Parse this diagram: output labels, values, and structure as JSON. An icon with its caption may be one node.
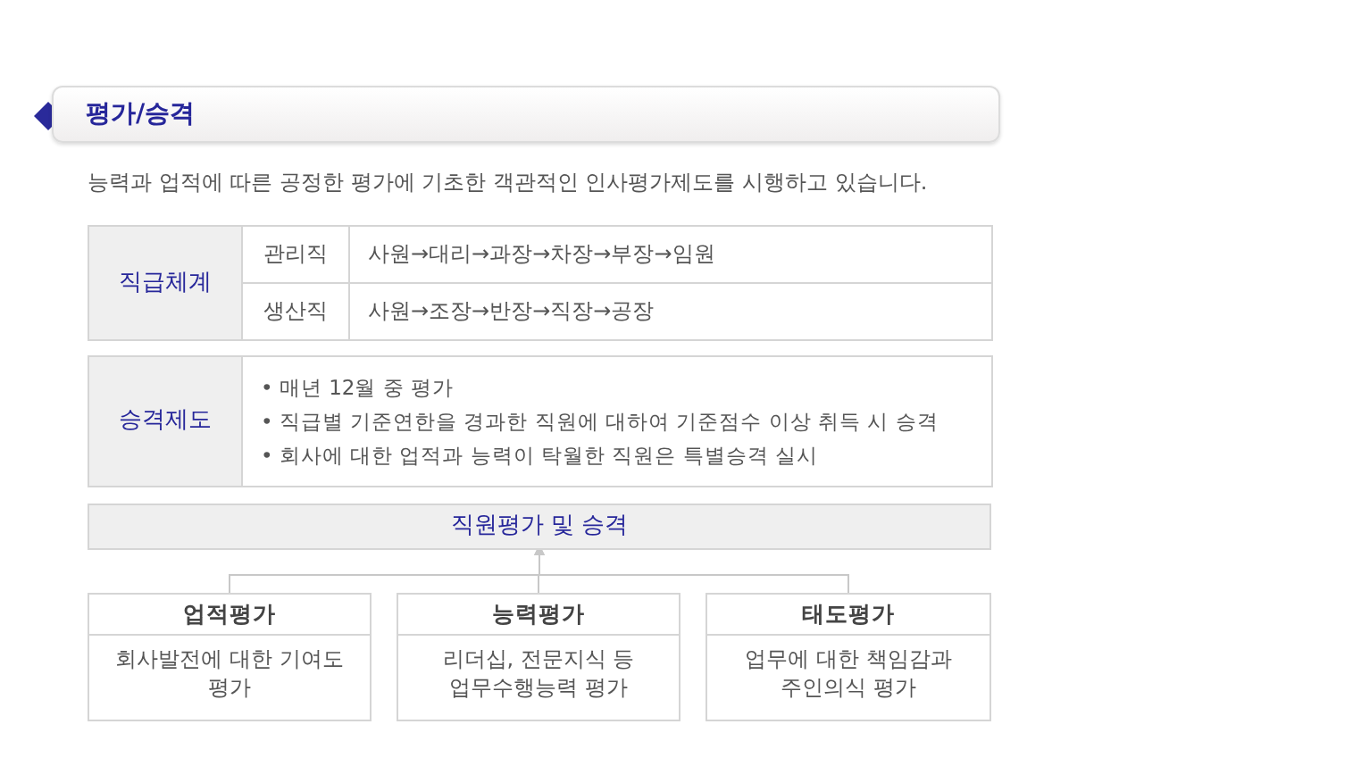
{
  "diagram": {
    "title": "평가/승격",
    "nodes": [
      {
        "text": [
          "직원평가 및 승격"
        ]
      },
      {
        "text": [
          "업적평가",
          "회사발전에 대한 기여도 평가"
        ]
      },
      {
        "text": [
          "능력평가",
          "리더십, 전문지식 등 업무수행능력 평가"
        ]
      },
      {
        "text": [
          "태도평가",
          "업무에 대한 책임감과 주인의식 평가"
        ]
      }
    ],
    "edges": [
      {
        "from": 1,
        "to": 0,
        "arrow": "to"
      },
      {
        "from": 2,
        "to": 0,
        "arrow": "to"
      },
      {
        "from": 3,
        "to": 0,
        "arrow": "to"
      }
    ],
    "labels": [
      "능력과 업적에 따른 공정한 평가에 기초한 객관적인 인사평가제도를 시행하고 있습니다.",
      "직급체계",
      "관리직",
      "사원→대리→과장→차장→부장→임원",
      "생산직",
      "사원→조장→반장→직장→공장",
      "승격제도",
      "• 매년 12월 중 평가",
      "• 직급별 기준연한을 경과한 직원에 대하여 기준점수 이상 취득 시 승격",
      "• 회사에 대한 업적과 능력이 탁월한 직원은 특별승격 실시"
    ]
  }
}
